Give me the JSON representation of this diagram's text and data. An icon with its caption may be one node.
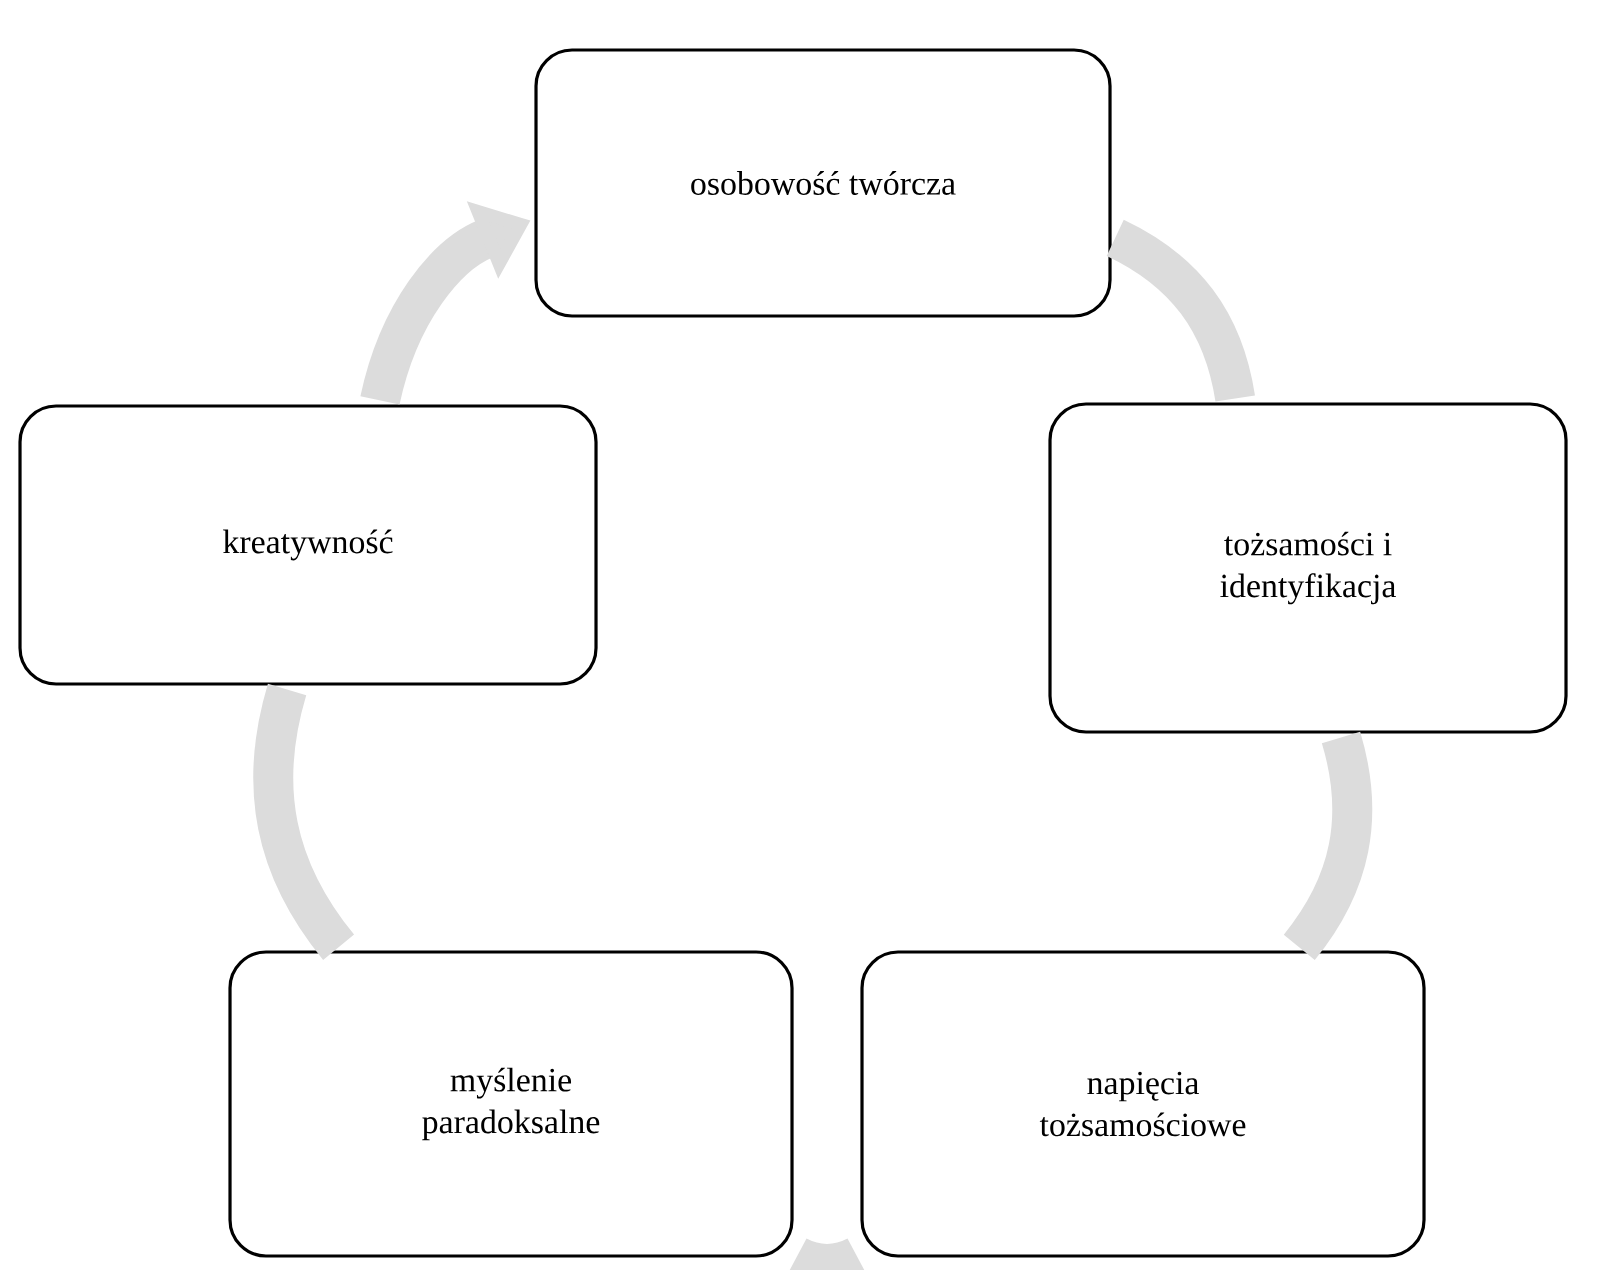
{
  "diagram": {
    "nodes": [
      {
        "text": [
          "osobowość twórcza"
        ]
      },
      {
        "text": [
          "tożsamości i identyfikacja"
        ]
      },
      {
        "text": [
          "napięcia tożsamościowe"
        ]
      },
      {
        "text": [
          "myślenie paradoksalne"
        ]
      },
      {
        "text": [
          "kreatywność"
        ]
      }
    ],
    "edges": [
      {
        "from": 0,
        "to": 1,
        "arrow": "none"
      },
      {
        "from": 1,
        "to": 2,
        "arrow": "none"
      },
      {
        "from": 2,
        "to": 3,
        "arrow": "none"
      },
      {
        "from": 3,
        "to": 4,
        "arrow": "none"
      },
      {
        "from": 4,
        "to": 0,
        "arrow": "to"
      }
    ]
  }
}
